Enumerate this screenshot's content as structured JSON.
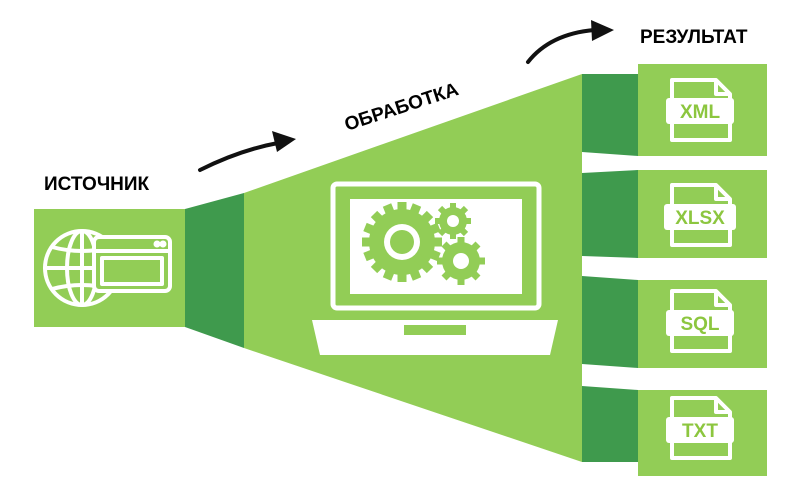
{
  "labels": {
    "source": "ИСТОЧНИК",
    "processing": "ОБРАБОТКА",
    "result": "РЕЗУЛЬТАТ"
  },
  "outputs": [
    {
      "format": "XML",
      "icon": "file-xml-icon"
    },
    {
      "format": "XLSX",
      "icon": "file-xlsx-icon"
    },
    {
      "format": "SQL",
      "icon": "file-sql-icon"
    },
    {
      "format": "TXT",
      "icon": "file-txt-icon"
    }
  ],
  "colors": {
    "green": "#92cd56",
    "dark_green": "#3f9a4d",
    "icon_white": "#ffffff",
    "file_text": "#8cc63f",
    "text": "#000000"
  },
  "icons": {
    "source": "globe-browser-icon",
    "processing": "laptop-gears-icon"
  }
}
